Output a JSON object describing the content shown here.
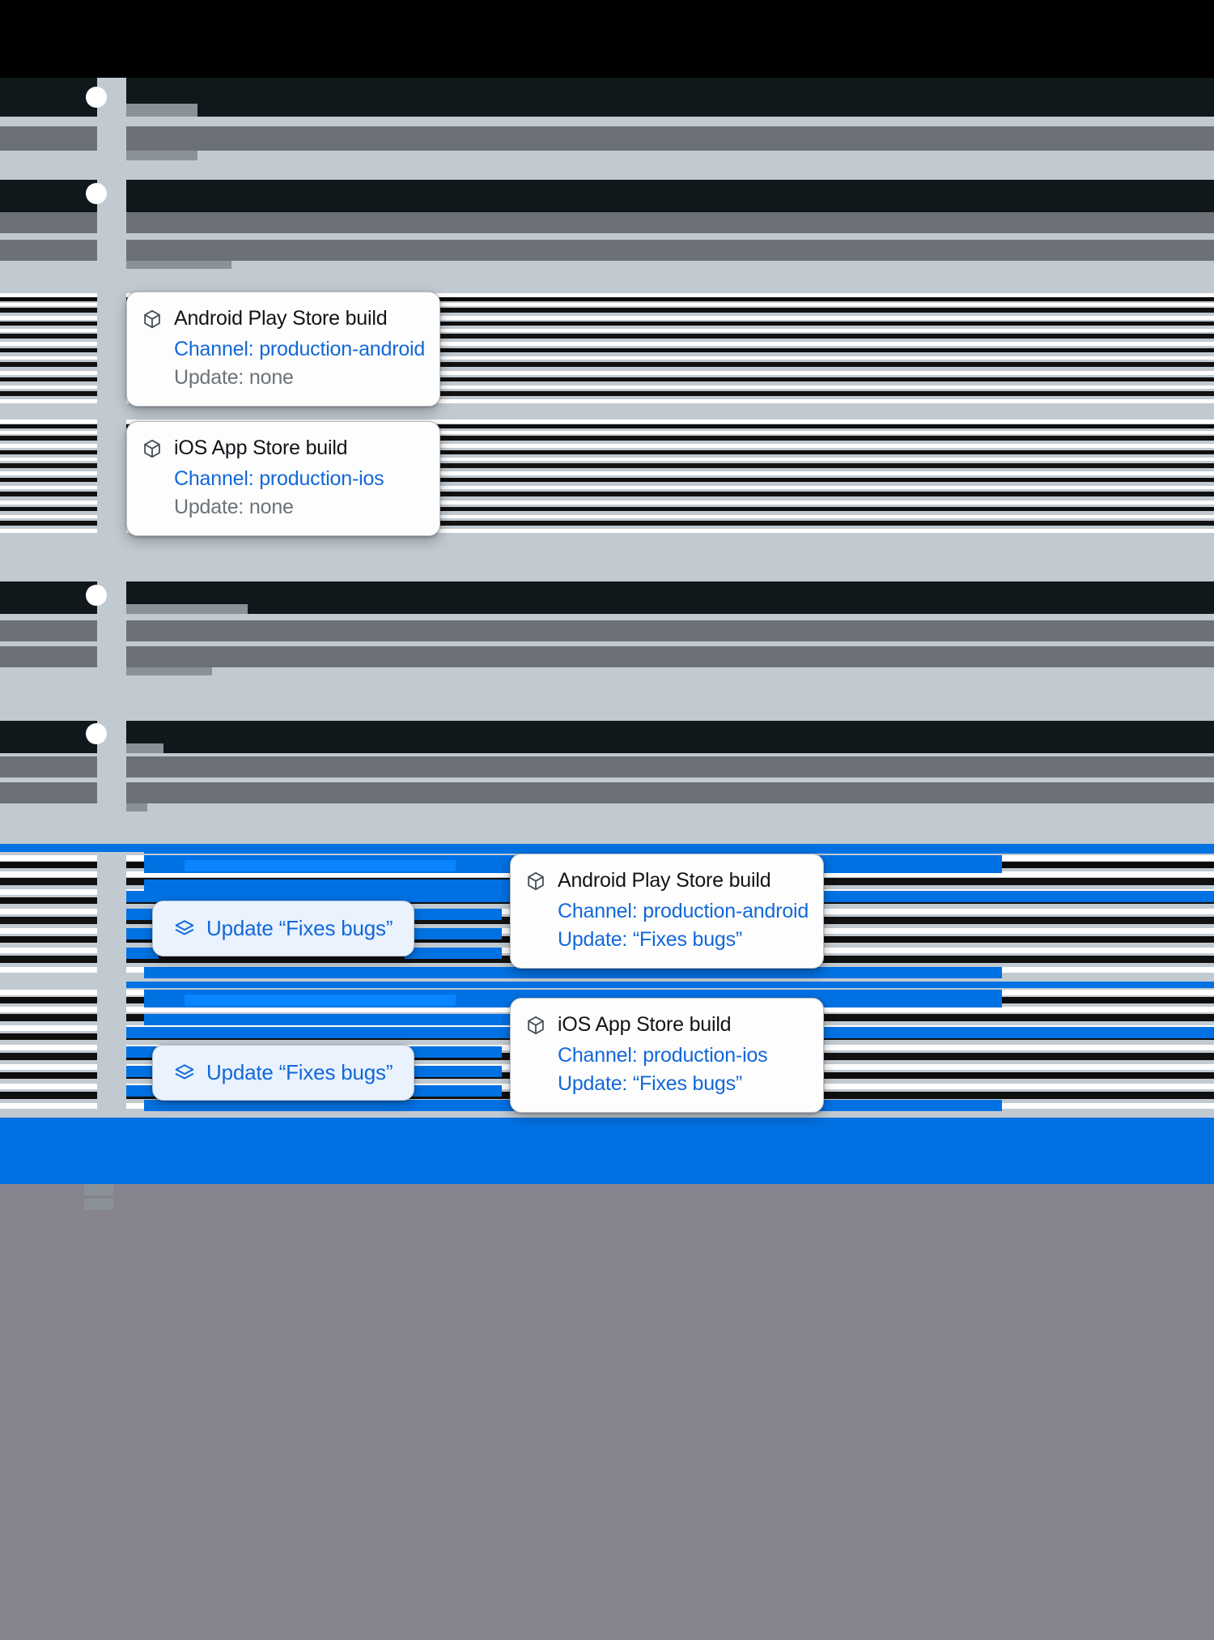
{
  "page": {
    "background_color": "#c2cad1",
    "accent_color": "#0a84ff",
    "link_color": "#1268d8"
  },
  "cards": [
    {
      "id": "android-top",
      "icon": "cube-icon",
      "title": "Android Play Store build",
      "channel": "Channel: production-android",
      "update": "Update: none",
      "update_state": "none"
    },
    {
      "id": "ios-top",
      "icon": "cube-icon",
      "title": "iOS App Store build",
      "channel": "Channel: production-ios",
      "update": "Update: none",
      "update_state": "none"
    },
    {
      "id": "android-bottom",
      "icon": "cube-icon",
      "title": "Android Play Store build",
      "channel": "Channel: production-android",
      "update": "Update: “Fixes bugs”",
      "update_state": "set"
    },
    {
      "id": "ios-bottom",
      "icon": "cube-icon",
      "title": "iOS App Store build",
      "channel": "Channel: production-ios",
      "update": "Update: “Fixes bugs”",
      "update_state": "set"
    }
  ],
  "buttons": [
    {
      "id": "update-android",
      "icon": "layers-icon",
      "label": "Update “Fixes bugs”"
    },
    {
      "id": "update-ios",
      "icon": "layers-icon",
      "label": "Update “Fixes bugs”"
    }
  ]
}
